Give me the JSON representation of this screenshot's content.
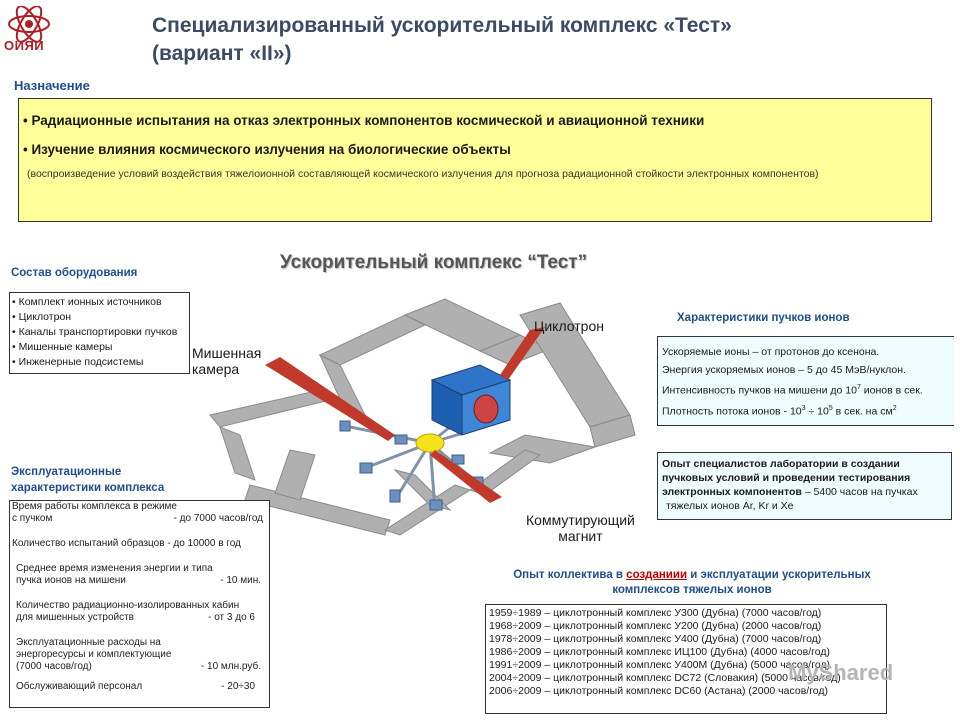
{
  "header": {
    "title_line1": "Специализированный ускорительный комплекс «Тест»",
    "title_line2": "(вариант «II»)",
    "logo_text": "ОИЯИ"
  },
  "purpose": {
    "heading": "Назначение",
    "bullet1": "• Радиационные испытания на отказ электронных  компонентов космической и авиационной техники",
    "bullet2": "• Изучение влияния космического излучения на  биологические объекты",
    "note": "(воспроизведение условий воздействия тяжелоионной составляющей   космического излучения для прогноза радиационной стойкости электронных компонентов)"
  },
  "diagram": {
    "title": "Ускорительный комплекс “Тест”",
    "label_cyclotron": "Циклотрон",
    "label_target_line1": "Мишенная",
    "label_target_line2": "камера",
    "label_magnet_line1": "Коммутирующий",
    "label_magnet_line2": "магнит"
  },
  "equipment": {
    "heading": "Состав оборудования",
    "items": [
      "• Комплект ионных источников",
      "• Циклотрон",
      "• Каналы транспортировки пучков",
      "• Мишенные камеры",
      "• Инженерные подсистемы"
    ]
  },
  "operations": {
    "heading_line1": "Эксплуатационные",
    "heading_line2": "характеристики комплекса",
    "r1a": "Время работы комплекса в режиме",
    "r1b_left": " с пучком",
    "r1b_right": "- до 7000 часов/год",
    "r2": "Количество испытаний образцов - до 10000 в год",
    "r3a": "Среднее время изменения энергии и типа",
    "r3b_left": "пучка ионов на мишени",
    "r3b_right": "-  10 мин.",
    "r4a": "Количество радиационно-изолированных кабин",
    "r4b_left": "для мишенных устройств",
    "r4b_right": "- от 3 до 6",
    "r5a": "Эксплуатационные расходы на",
    "r5b": "энергоресурсы и комплектующие",
    "r5c_left": " (7000 часов/год)",
    "r5c_right": "- 10 млн.руб.",
    "r6_left": "Обслуживающий персонал",
    "r6_right": "- 20÷30"
  },
  "beam": {
    "heading": "Характеристики пучков ионов",
    "l1": "Ускоряемые ионы – от протонов до ксенона.",
    "l2": "Энергия ускоряемых ионов – 5 до 45 МэВ/нуклон.",
    "l3_pre": "Интенсивность пучков на мишени до 10",
    "l3_sup": "7",
    "l3_post": " ионов в сек.",
    "l4_pre": "Плотность потока ионов   - 10",
    "l4_sup1": "3",
    "l4_mid": " ÷ 10",
    "l4_sup2": "5",
    "l4_post": "  в сек. на см",
    "l4_sup3": "2"
  },
  "experience": {
    "l1": "Опыт специалистов лаборатории в создании",
    "l2": "пучковых условий и проведении тестирования",
    "l3_bold": "электронных компонентов",
    "l3_rest": " – 5400 часов на пучках",
    "l4": "тяжелых ионов Ar, Kr и Xe"
  },
  "team": {
    "heading_pre": "Опыт коллектива в ",
    "heading_link": "созданиии",
    "heading_post": " и эксплуатации ускорительных",
    "heading_line2": "комплексов тяжелых ионов",
    "rows": [
      "1959÷1989 – циклотронный комплекс У300 (Дубна) (7000 часов/год)",
      "1968÷2009 – циклотронный комплекс У200 (Дубна) (2000 часов/год)",
      "1978÷2009 – циклотронный комплекс У400 (Дубна) (7000 часов/год)",
      "1986÷2009 – циклотронный комплекс ИЦ100 (Дубна) (4000 часов/год)",
      "1991÷2009 – циклотронный комплекс У400М (Дубна) (5000 часов/год)",
      "2004÷2009 – циклотронный комплекс DC72 (Словакия) (5000 часов/год)",
      "2006÷2009 – циклотронный комплекс DC60 (Астана) (2000 часов/год)"
    ]
  },
  "watermark": "MyShared",
  "colors": {
    "title": "#3b4b63",
    "heading_blue": "#1f4e8c",
    "purpose_bg": "#ffff99",
    "info_bg": "#eefcff",
    "link_red": "#c00000",
    "cyclotron_blue": "#1d5fb0",
    "target_yellow": "#f6e21a",
    "wall_grey": "#a9a9a9"
  }
}
